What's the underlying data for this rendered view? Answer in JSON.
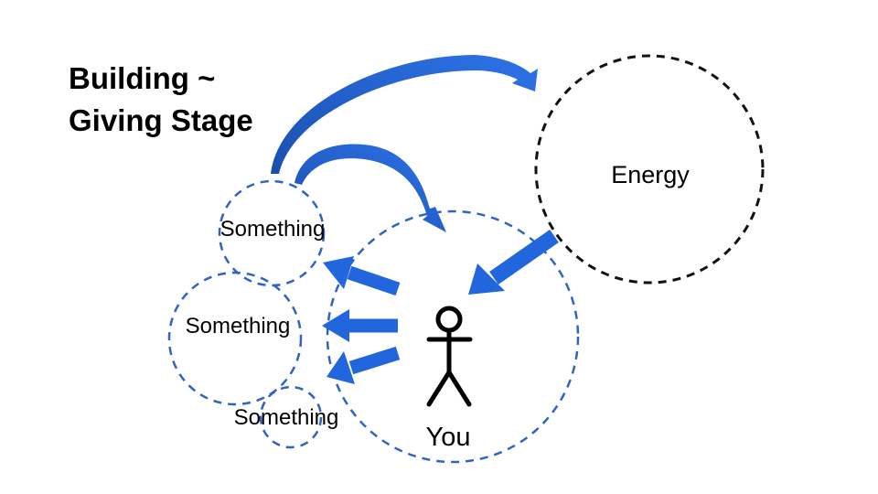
{
  "title": {
    "line1": "Building ~",
    "line2": "Giving Stage"
  },
  "nodes": {
    "energy": "Energy",
    "you": "You",
    "something_top": "Something",
    "something_middle": "Something",
    "something_bottom": "Something"
  },
  "colors": {
    "arrow": "#2266dd",
    "arrow_dark": "#1a4fb0",
    "circle_blue": "#2f63c4",
    "circle_black": "#111111",
    "text": "#000000"
  }
}
